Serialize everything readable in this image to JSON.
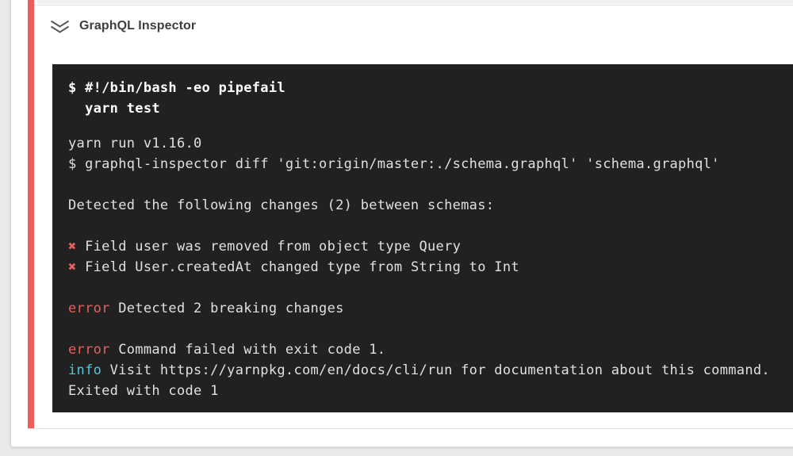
{
  "colors": {
    "page_bg": "#e9e9e9",
    "panel_bg": "#ffffff",
    "accent_red": "#ef5a5a",
    "terminal_bg": "#212121",
    "terminal_default": "#e0e0e0",
    "terminal_bold": "#ffffff",
    "terminal_red": "#e3605f",
    "terminal_cyan": "#4fc8da"
  },
  "header": {
    "title": "GraphQL Inspector",
    "collapse_icon": "double-chevron-down"
  },
  "terminal": {
    "lines": [
      {
        "segments": [
          {
            "t": "$ #!/bin/bash -eo pipefail",
            "style": "bold"
          }
        ]
      },
      {
        "segments": [
          {
            "t": "  yarn test",
            "style": "bold"
          }
        ]
      },
      {
        "blank": true,
        "small": true
      },
      {
        "segments": [
          {
            "t": "yarn run v1.16.0"
          }
        ]
      },
      {
        "segments": [
          {
            "t": "$ graphql-inspector diff 'git:origin/master:./schema.graphql' 'schema.graphql'"
          }
        ]
      },
      {
        "blank": true
      },
      {
        "segments": [
          {
            "t": "Detected the following changes (2) between schemas:"
          }
        ]
      },
      {
        "blank": true
      },
      {
        "segments": [
          {
            "t": "✖",
            "style": "red"
          },
          {
            "t": " Field user was removed from object type Query"
          }
        ]
      },
      {
        "segments": [
          {
            "t": "✖",
            "style": "red"
          },
          {
            "t": " Field User.createdAt changed type from String to Int"
          }
        ]
      },
      {
        "blank": true
      },
      {
        "segments": [
          {
            "t": "error",
            "style": "red"
          },
          {
            "t": " Detected 2 breaking changes"
          }
        ]
      },
      {
        "blank": true
      },
      {
        "segments": [
          {
            "t": "error",
            "style": "red"
          },
          {
            "t": " Command failed with exit code 1."
          }
        ]
      },
      {
        "segments": [
          {
            "t": "info",
            "style": "cyan"
          },
          {
            "t": " Visit https://yarnpkg.com/en/docs/cli/run for documentation about this command."
          }
        ]
      },
      {
        "segments": [
          {
            "t": "Exited with code 1"
          }
        ]
      }
    ]
  }
}
